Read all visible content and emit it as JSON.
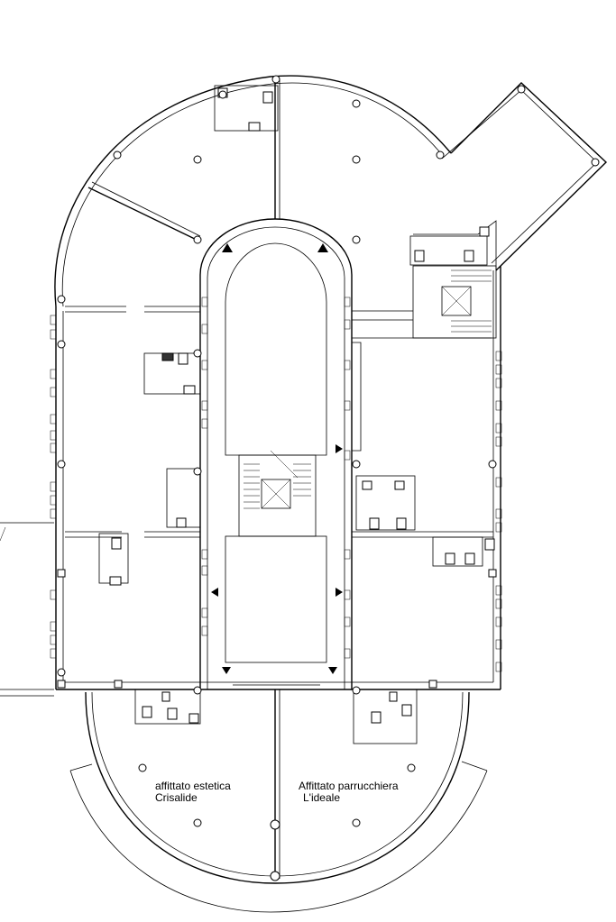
{
  "plan": {
    "labels": {
      "estetica": {
        "line1": "affittato estetica",
        "line2": "Crisalide"
      },
      "parrucchiera": {
        "line1": "Affittato parrucchiera",
        "line2": "L'ideale"
      }
    },
    "colors": {
      "line": "#000000",
      "background": "#ffffff"
    }
  }
}
